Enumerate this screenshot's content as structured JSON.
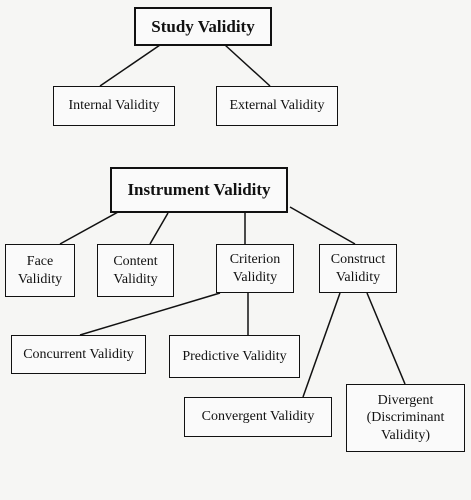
{
  "diagram": {
    "study": {
      "title": "Study Validity",
      "internal": "Internal Validity",
      "external": "External Validity"
    },
    "instrument": {
      "title": "Instrument Validity",
      "face": "Face\nValidity",
      "content": "Content\nValidity",
      "criterion": "Criterion\nValidity",
      "construct": "Construct\nValidity",
      "concurrent": "Concurrent Validity",
      "predictive": "Predictive Validity",
      "convergent": "Convergent Validity",
      "divergent": "Divergent\n(Discriminant\nValidity)"
    }
  }
}
